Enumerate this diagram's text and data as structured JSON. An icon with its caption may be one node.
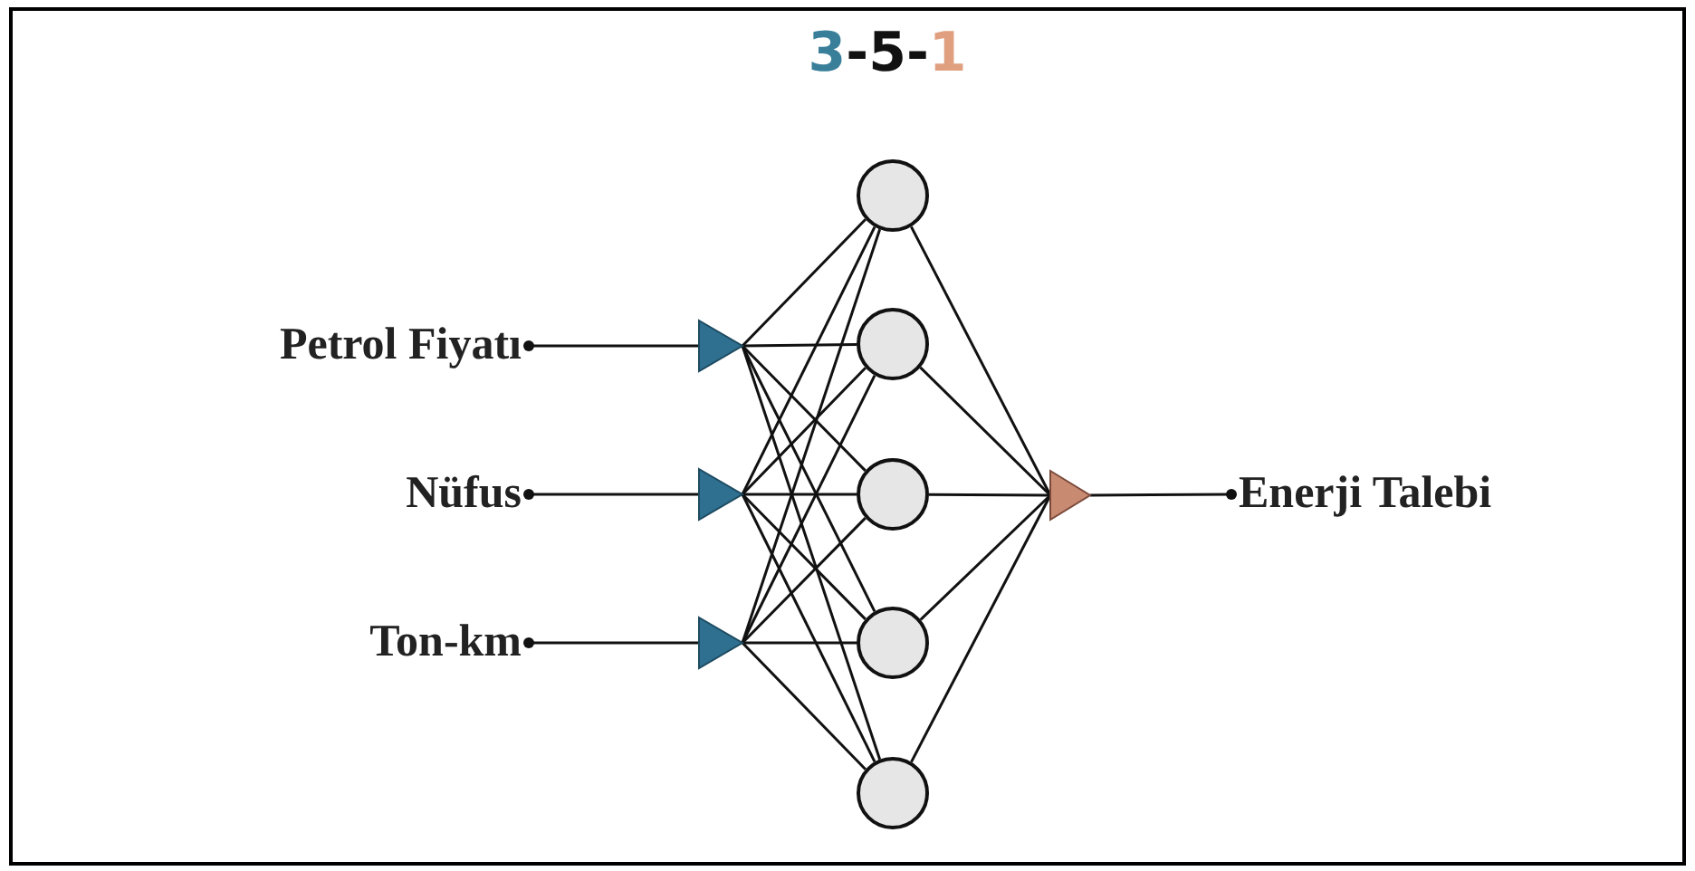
{
  "diagram": {
    "title": "3-5-1",
    "nodes": [
      {
        "text": [
          "Petrol Fiyatı"
        ]
      },
      {
        "text": [
          "Nüfus"
        ]
      },
      {
        "text": [
          "Ton-km"
        ]
      },
      {
        "text": [],
        "shape": "triangle"
      },
      {
        "text": [],
        "shape": "triangle"
      },
      {
        "text": [],
        "shape": "triangle"
      },
      {
        "text": [],
        "shape": "circle"
      },
      {
        "text": [],
        "shape": "circle"
      },
      {
        "text": [],
        "shape": "circle"
      },
      {
        "text": [],
        "shape": "circle"
      },
      {
        "text": [],
        "shape": "circle"
      },
      {
        "text": [],
        "shape": "triangle"
      },
      {
        "text": [
          "Enerji Talebi"
        ]
      }
    ],
    "edges": [
      {
        "from": 0,
        "to": 3,
        "arrow": "other"
      },
      {
        "from": 1,
        "to": 4,
        "arrow": "other"
      },
      {
        "from": 2,
        "to": 5,
        "arrow": "other"
      },
      {
        "from": 3,
        "to": 6,
        "arrow": "none"
      },
      {
        "from": 3,
        "to": 7,
        "arrow": "none"
      },
      {
        "from": 3,
        "to": 8,
        "arrow": "none"
      },
      {
        "from": 3,
        "to": 9,
        "arrow": "none"
      },
      {
        "from": 3,
        "to": 10,
        "arrow": "none"
      },
      {
        "from": 4,
        "to": 6,
        "arrow": "none"
      },
      {
        "from": 4,
        "to": 7,
        "arrow": "none"
      },
      {
        "from": 4,
        "to": 8,
        "arrow": "none"
      },
      {
        "from": 4,
        "to": 9,
        "arrow": "none"
      },
      {
        "from": 4,
        "to": 10,
        "arrow": "none"
      },
      {
        "from": 5,
        "to": 6,
        "arrow": "none"
      },
      {
        "from": 5,
        "to": 7,
        "arrow": "none"
      },
      {
        "from": 5,
        "to": 8,
        "arrow": "none"
      },
      {
        "from": 5,
        "to": 9,
        "arrow": "none"
      },
      {
        "from": 5,
        "to": 10,
        "arrow": "none"
      },
      {
        "from": 6,
        "to": 11,
        "arrow": "none"
      },
      {
        "from": 7,
        "to": 11,
        "arrow": "none"
      },
      {
        "from": 8,
        "to": 11,
        "arrow": "none"
      },
      {
        "from": 9,
        "to": 11,
        "arrow": "none"
      },
      {
        "from": 10,
        "to": 11,
        "arrow": "none"
      },
      {
        "from": 11,
        "to": 12,
        "arrow": "other"
      }
    ]
  }
}
